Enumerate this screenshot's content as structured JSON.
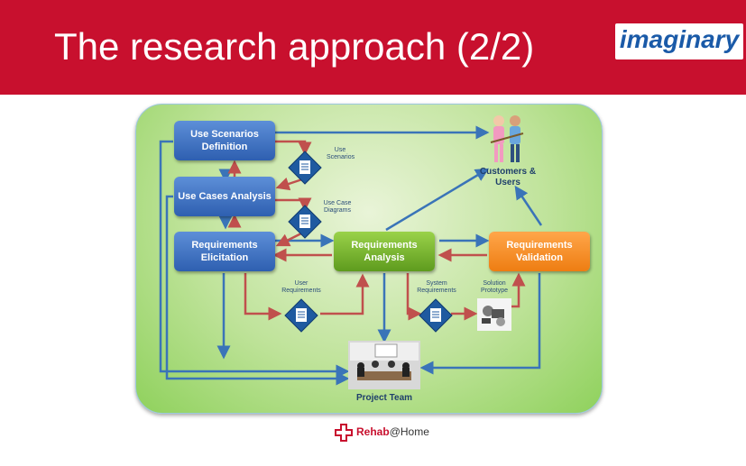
{
  "slide": {
    "title": "The research approach (2/2)",
    "logo_text": "imaginary"
  },
  "diagram": {
    "boxes": {
      "use_scenarios": "Use Scenarios Definition",
      "use_cases": "Use Cases Analysis",
      "req_elicitation": "Requirements Elicitation",
      "req_analysis": "Requirements Analysis",
      "req_validation": "Requirements Validation"
    },
    "documents": {
      "use_scenarios": "Use Scenarios",
      "use_case_diagrams": "Use Case Diagrams",
      "user_requirements": "User Requirements",
      "system_requirements": "System Requirements",
      "solution_prototype": "Solution Prototype"
    },
    "actors": {
      "customers": "Customers & Users",
      "project_team": "Project Team"
    },
    "colors": {
      "header": "#c8102e",
      "blue_arrow": "#3a74b8",
      "red_arrow": "#c0504d",
      "blue_box": "#3a6fc4",
      "green_box": "#7ab634",
      "orange_box": "#f28c1f"
    }
  },
  "footer": {
    "brand_bold": "Rehab",
    "brand_rest": "@Home"
  }
}
